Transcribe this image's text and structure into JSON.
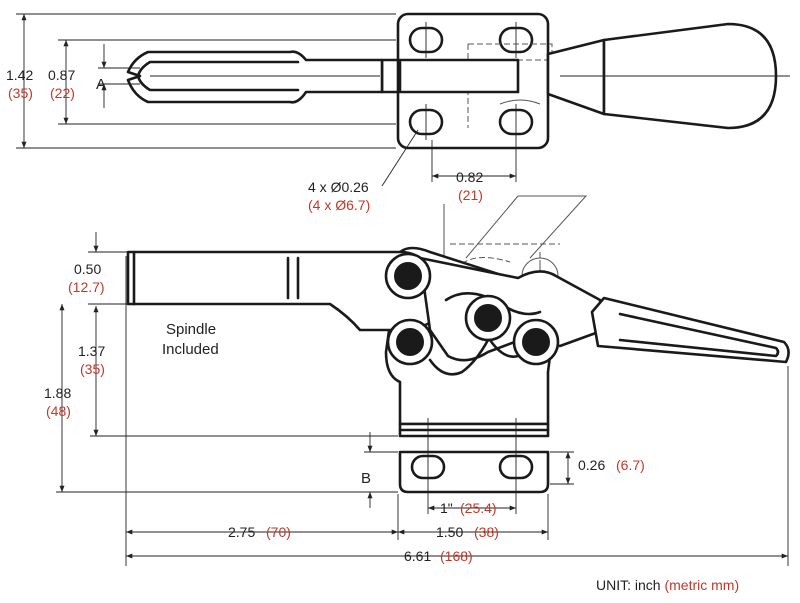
{
  "top_view": {
    "dim_overall_height": {
      "inch": "1.42",
      "metric": "(35)"
    },
    "dim_handle_width": {
      "inch": "0.87",
      "metric": "(22)"
    },
    "label_a": "A",
    "hole_callout": {
      "inch": "4 x Ø0.26",
      "metric": "(4 x Ø6.7)"
    },
    "hole_spacing": {
      "inch": "0.82",
      "metric": "(21)"
    }
  },
  "side_view": {
    "dim_bar_thickness": {
      "inch": "0.50",
      "metric": "(12.7)"
    },
    "spindle_note": [
      "Spindle",
      "Included"
    ],
    "dim_bar_to_base": {
      "inch": "1.37",
      "metric": "(35)"
    },
    "dim_total_height": {
      "inch": "1.88",
      "metric": "(48)"
    },
    "label_b": "B",
    "dim_base_thickness": {
      "inch": "0.26",
      "metric": "(6.7)"
    },
    "dim_hole_pitch": {
      "inch": "1\"",
      "metric": "(25.4)"
    },
    "dim_reach": {
      "inch": "2.75",
      "metric": "(70)"
    },
    "dim_base_length": {
      "inch": "1.50",
      "metric": "(38)"
    },
    "dim_overall_length": {
      "inch": "6.61",
      "metric": "(168)"
    }
  },
  "units_note": {
    "prefix": "UNIT:  inch ",
    "metric": "(metric mm)"
  }
}
